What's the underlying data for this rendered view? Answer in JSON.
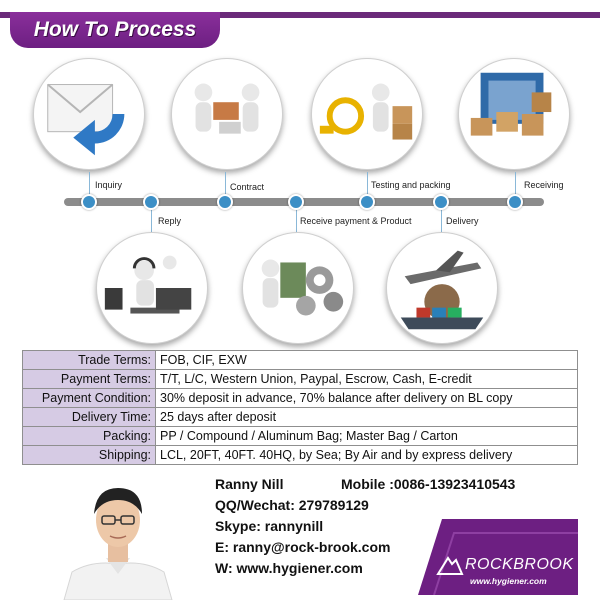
{
  "header": {
    "title": "How To Process"
  },
  "process": {
    "steps": [
      {
        "key": "inquiry",
        "label": "Inquiry"
      },
      {
        "key": "reply",
        "label": "Reply"
      },
      {
        "key": "contract",
        "label": "Contract"
      },
      {
        "key": "payment",
        "label": "Receive payment & Product"
      },
      {
        "key": "testing",
        "label": "Testing and packing"
      },
      {
        "key": "delivery",
        "label": "Delivery"
      },
      {
        "key": "receiving",
        "label": "Receiving"
      }
    ]
  },
  "terms": [
    {
      "label": "Trade Terms:",
      "value": "FOB, CIF, EXW"
    },
    {
      "label": "Payment Terms:",
      "value": "T/T, L/C, Western Union, Paypal, Escrow, Cash, E-credit"
    },
    {
      "label": "Payment Condition:",
      "value": "30% deposit in advance, 70% balance after delivery on BL copy"
    },
    {
      "label": "Delivery Time:",
      "value": "25 days after deposit"
    },
    {
      "label": "Packing:",
      "value": "PP / Compound / Aluminum Bag; Master Bag / Carton"
    },
    {
      "label": "Shipping:",
      "value": "LCL, 20FT, 40FT. 40HQ, by Sea; By Air and by express delivery"
    }
  ],
  "contact": {
    "name": "Ranny Nill",
    "mobile": "Mobile :0086-13923410543",
    "qq": "QQ/Wechat: 279789129",
    "skype": "Skype: rannynill",
    "email": "E: ranny@rock-brook.com",
    "web": "W: www.hygiener.com"
  },
  "brand": {
    "name": "ROCKBROOK",
    "url": "www.hygiener.com"
  },
  "colors": {
    "accent": "#6d1f82",
    "table_label_bg": "#d6cbe4",
    "timeline_dot": "#3c8fc6"
  }
}
